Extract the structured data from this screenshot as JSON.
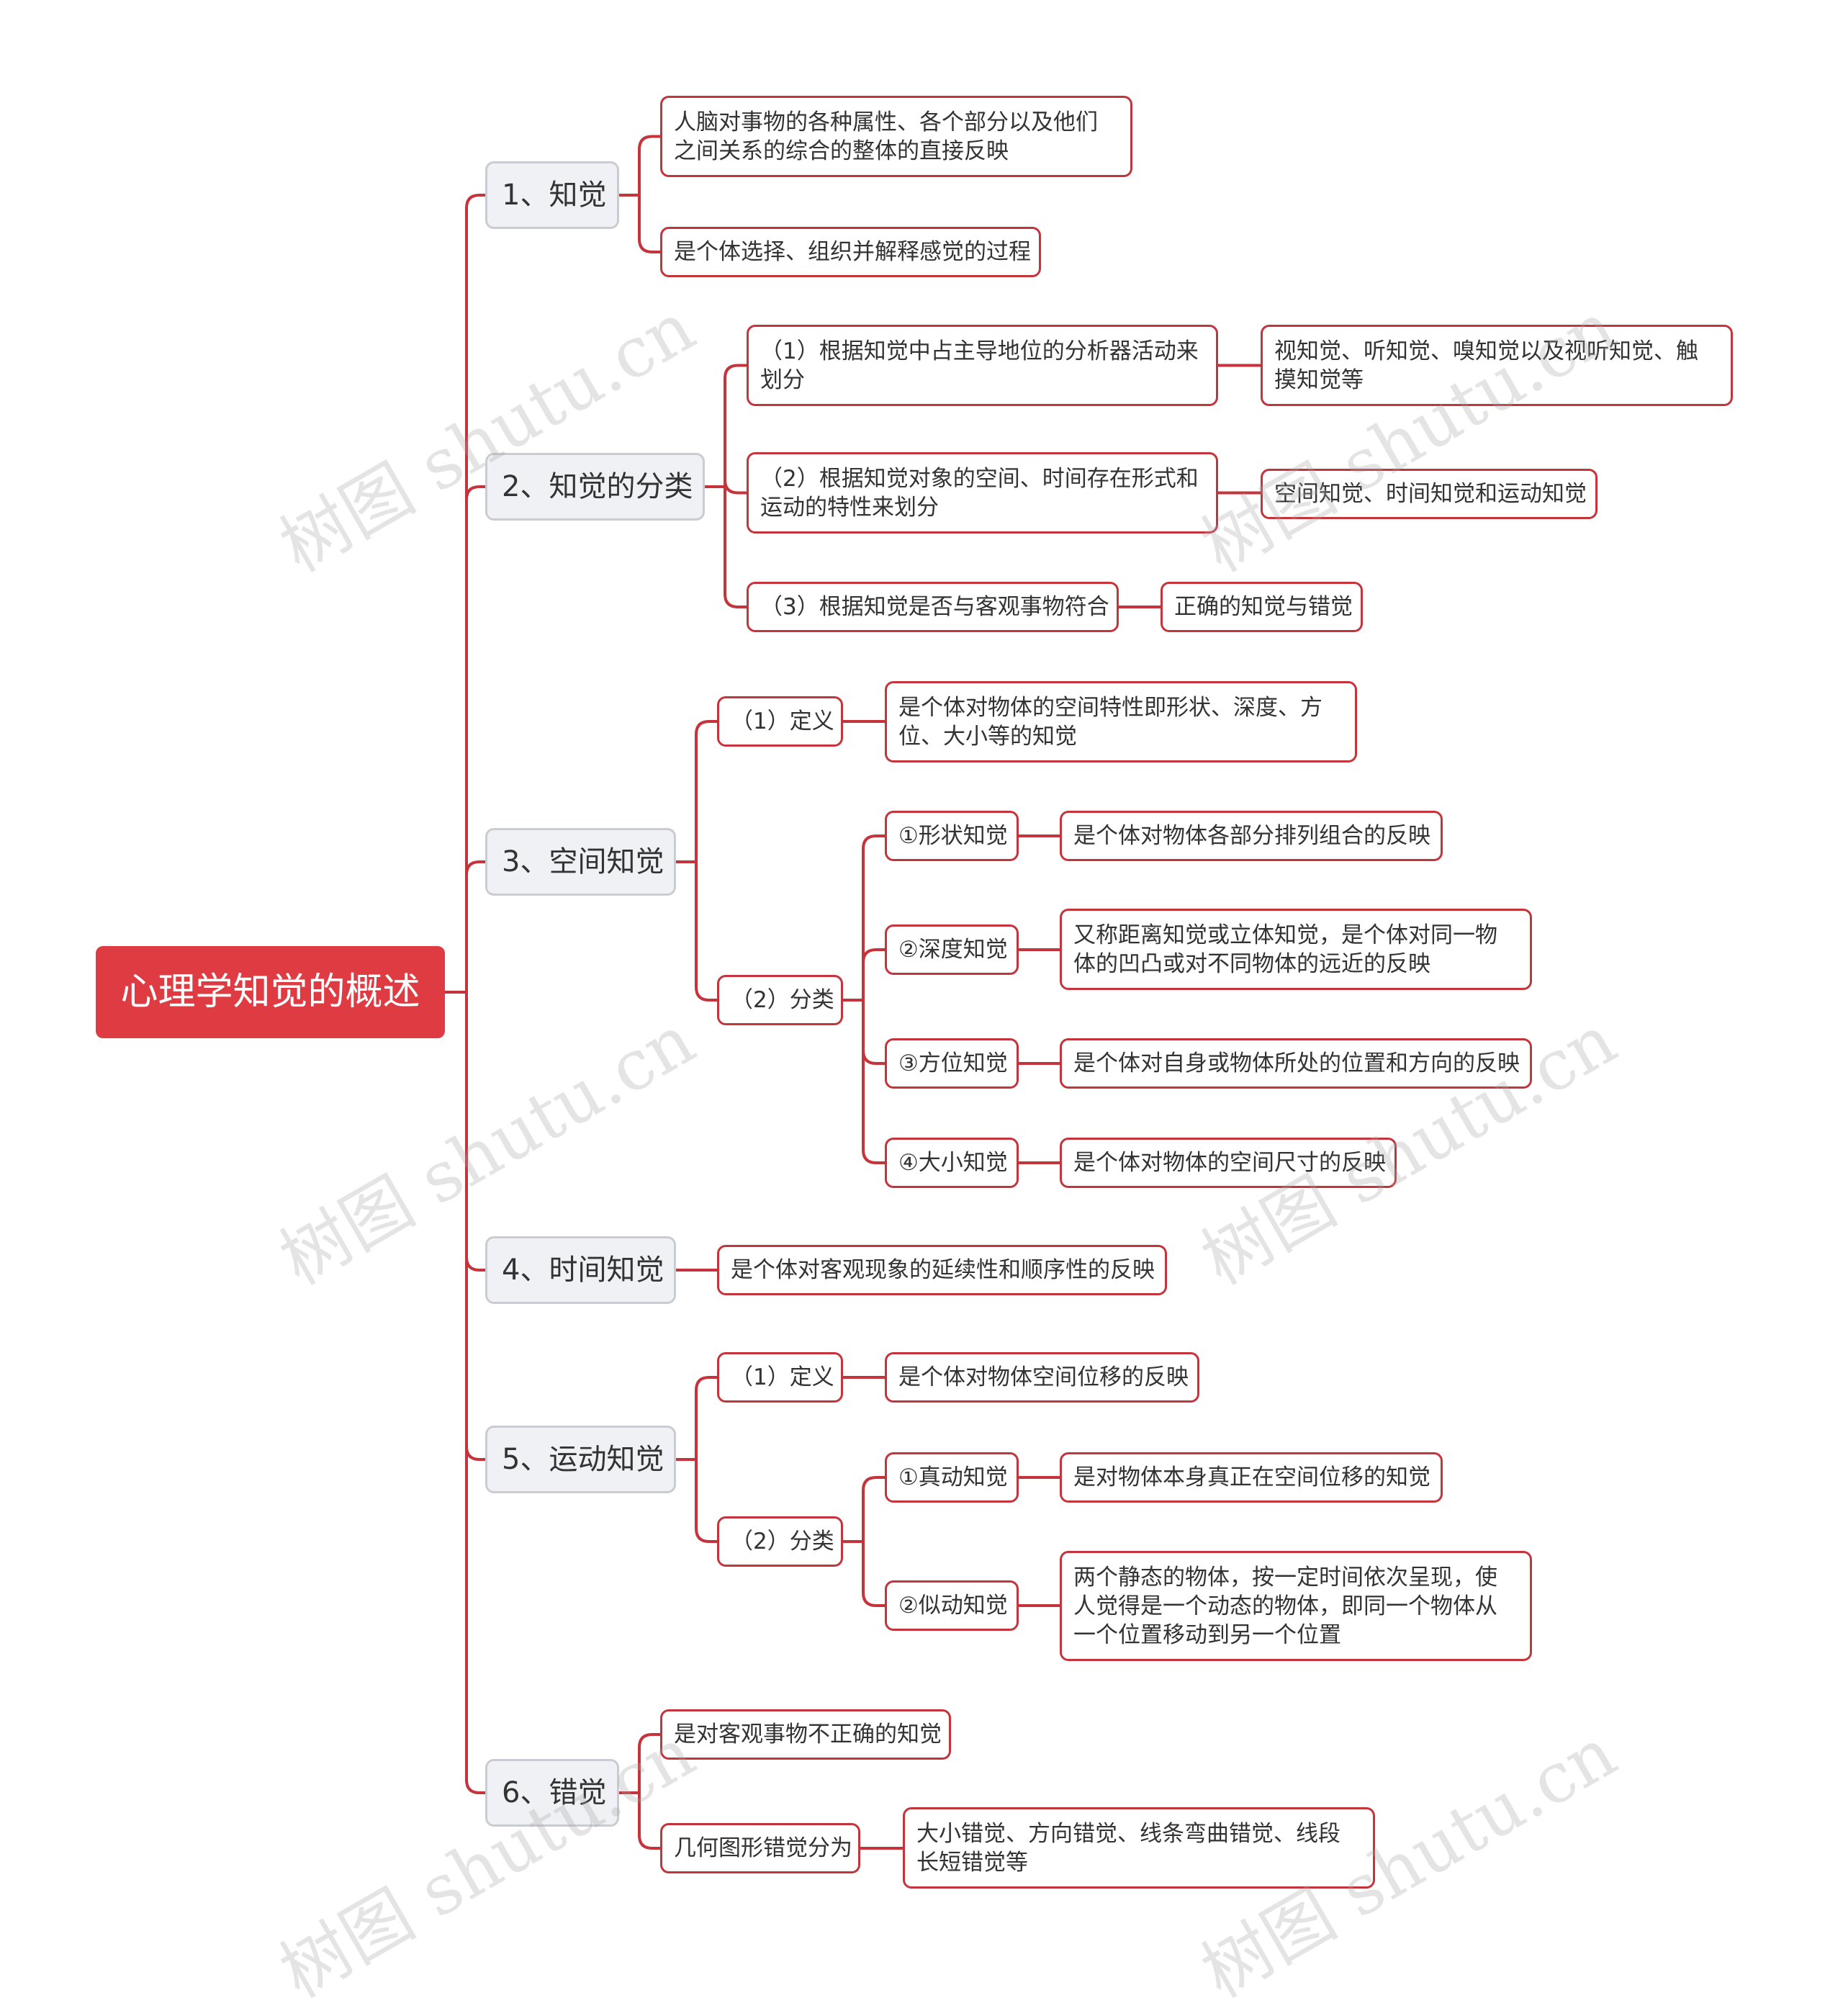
{
  "root": "心理学知觉的概述",
  "branches": [
    {
      "label": "1、知觉",
      "children": [
        {
          "text": "人脑对事物的各种属性、各个部分以及他们之间关系的综合的整体的直接反映"
        },
        {
          "text": "是个体选择、组织并解释感觉的过程"
        }
      ]
    },
    {
      "label": "2、知觉的分类",
      "children": [
        {
          "text": "（1）根据知觉中占主导地位的分析器活动来划分",
          "children": [
            {
              "text": "视知觉、听知觉、嗅知觉以及视听知觉、触摸知觉等"
            }
          ]
        },
        {
          "text": "（2）根据知觉对象的空间、时间存在形式和运动的特性来划分",
          "children": [
            {
              "text": "空间知觉、时间知觉和运动知觉"
            }
          ]
        },
        {
          "text": "（3）根据知觉是否与客观事物符合",
          "children": [
            {
              "text": "正确的知觉与错觉"
            }
          ]
        }
      ]
    },
    {
      "label": "3、空间知觉",
      "children": [
        {
          "text": "（1）定义",
          "children": [
            {
              "text": "是个体对物体的空间特性即形状、深度、方位、大小等的知觉"
            }
          ]
        },
        {
          "text": "（2）分类",
          "children": [
            {
              "text": "①形状知觉",
              "children": [
                {
                  "text": "是个体对物体各部分排列组合的反映"
                }
              ]
            },
            {
              "text": "②深度知觉",
              "children": [
                {
                  "text": "又称距离知觉或立体知觉，是个体对同一物体的凹凸或对不同物体的远近的反映"
                }
              ]
            },
            {
              "text": "③方位知觉",
              "children": [
                {
                  "text": "是个体对自身或物体所处的位置和方向的反映"
                }
              ]
            },
            {
              "text": "④大小知觉",
              "children": [
                {
                  "text": "是个体对物体的空间尺寸的反映"
                }
              ]
            }
          ]
        }
      ]
    },
    {
      "label": "4、时间知觉",
      "children": [
        {
          "text": "是个体对客观现象的延续性和顺序性的反映"
        }
      ]
    },
    {
      "label": "5、运动知觉",
      "children": [
        {
          "text": "（1）定义",
          "children": [
            {
              "text": "是个体对物体空间位移的反映"
            }
          ]
        },
        {
          "text": "（2）分类",
          "children": [
            {
              "text": "①真动知觉",
              "children": [
                {
                  "text": "是对物体本身真正在空间位移的知觉"
                }
              ]
            },
            {
              "text": "②似动知觉",
              "children": [
                {
                  "text": "两个静态的物体，按一定时间依次呈现，使人觉得是一个动态的物体，即同一个物体从一个位置移动到另一个位置"
                }
              ]
            }
          ]
        }
      ]
    },
    {
      "label": "6、错觉",
      "children": [
        {
          "text": "是对客观事物不正确的知觉"
        },
        {
          "text": "几何图形错觉分为",
          "children": [
            {
              "text": "大小错觉、方向错觉、线条弯曲错觉、线段长短错觉等"
            }
          ]
        }
      ]
    }
  ],
  "watermark": "树图 shutu.cn",
  "colors": {
    "line": "#c5333b",
    "root_fill": "#de3c42",
    "branch_fill": "#eff1f4",
    "branch_border": "#c9ccd2"
  }
}
